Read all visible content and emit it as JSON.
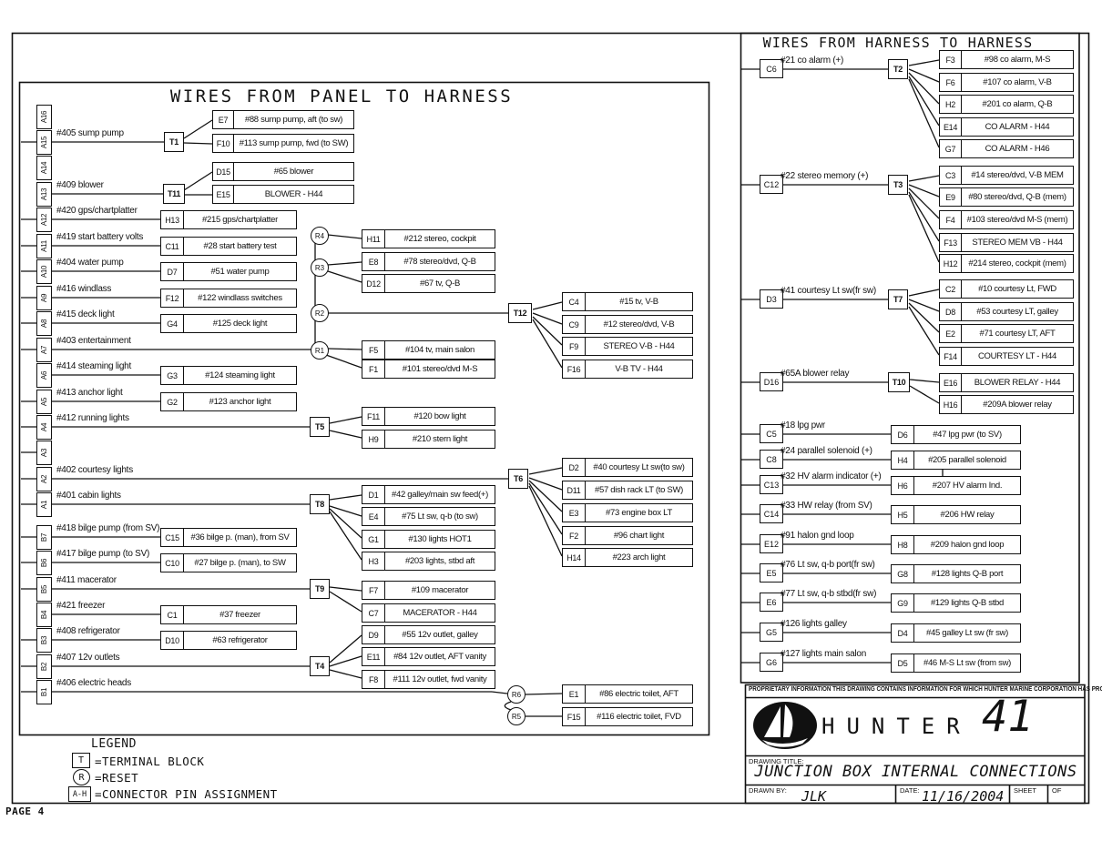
{
  "page_label": "PAGE 4",
  "left_panel": {
    "title": "WIRES FROM PANEL TO HARNESS",
    "pins": {
      "A16": {
        "tag": "A16",
        "label": ""
      },
      "A15": {
        "tag": "A15",
        "label": "#405 sump pump"
      },
      "A14": {
        "tag": "A14",
        "label": ""
      },
      "A13": {
        "tag": "A13",
        "label": "#409 blower"
      },
      "A12": {
        "tag": "A12",
        "label": "#420 gps/chartplatter"
      },
      "A11": {
        "tag": "A11",
        "label": "#419 start battery volts"
      },
      "A10": {
        "tag": "A10",
        "label": "#404 water pump"
      },
      "A9": {
        "tag": "A9",
        "label": "#416 windlass"
      },
      "A8": {
        "tag": "A8",
        "label": "#415 deck light"
      },
      "A7": {
        "tag": "A7",
        "label": "#403 entertainment"
      },
      "A6": {
        "tag": "A6",
        "label": "#414 steaming light"
      },
      "A5": {
        "tag": "A5",
        "label": "#413 anchor light"
      },
      "A4": {
        "tag": "A4",
        "label": "#412 running lights"
      },
      "A3": {
        "tag": "A3",
        "label": ""
      },
      "A2": {
        "tag": "A2",
        "label": "#402 courtesy lights"
      },
      "A1": {
        "tag": "A1",
        "label": "#401 cabin lights"
      },
      "B7": {
        "tag": "B7",
        "label": "#418 bilge pump (from SV)"
      },
      "B6": {
        "tag": "B6",
        "label": "#417 bilge pump (to SV)"
      },
      "B5": {
        "tag": "B5",
        "label": "#411 macerator"
      },
      "B4": {
        "tag": "B4",
        "label": "#421 freezer"
      },
      "B3": {
        "tag": "B3",
        "label": "#408 refrigerator"
      },
      "B2": {
        "tag": "B2",
        "label": "#407 12v outlets"
      },
      "B1": {
        "tag": "B1",
        "label": "#406 electric heads"
      }
    }
  },
  "right_panel": {
    "title": "WIRES FROM HARNESS TO HARNESS",
    "pins": {
      "C6": {
        "tag": "C6",
        "label": "#21 co alarm (+)"
      },
      "C12": {
        "tag": "C12",
        "label": "#22 stereo memory (+)"
      },
      "D3": {
        "tag": "D3",
        "label": "#41 courtesy Lt sw(fr sw)"
      },
      "D16": {
        "tag": "D16",
        "label": "#65A blower relay"
      },
      "C5": {
        "tag": "C5",
        "label": "#18 lpg pwr"
      },
      "C8": {
        "tag": "C8",
        "label": "#24 parallel solenoid (+)"
      },
      "C13": {
        "tag": "C13",
        "label": "#32 HV alarm indicator (+)"
      },
      "C14": {
        "tag": "C14",
        "label": "#33 HW relay (from SV)"
      },
      "E12": {
        "tag": "E12",
        "label": "#91 halon gnd loop"
      },
      "E5": {
        "tag": "E5",
        "label": "#76 Lt sw, q-b port(fr sw)"
      },
      "E6": {
        "tag": "E6",
        "label": "#77 Lt sw, q-b stbd(fr sw)"
      },
      "G5": {
        "tag": "G5",
        "label": "#126 lights galley"
      },
      "G6": {
        "tag": "G6",
        "label": "#127 lights main salon"
      }
    }
  },
  "terminals": {
    "T1": {
      "tag": "T1"
    },
    "T11": {
      "tag": "T11"
    },
    "T5": {
      "tag": "T5"
    },
    "T8": {
      "tag": "T8"
    },
    "T9": {
      "tag": "T9"
    },
    "T4": {
      "tag": "T4"
    },
    "T12": {
      "tag": "T12"
    },
    "T6": {
      "tag": "T6"
    },
    "T2": {
      "tag": "T2"
    },
    "T3": {
      "tag": "T3"
    },
    "T7": {
      "tag": "T7"
    },
    "T10": {
      "tag": "T10"
    }
  },
  "resets": {
    "R1": {
      "tag": "R1"
    },
    "R2": {
      "tag": "R2"
    },
    "R3": {
      "tag": "R3"
    },
    "R4": {
      "tag": "R4"
    },
    "R5": {
      "tag": "R5"
    },
    "R6": {
      "tag": "R6"
    }
  },
  "connectors": {
    "E7": {
      "tag": "E7",
      "desc": "#88 sump pump, aft (to sw)"
    },
    "F10": {
      "tag": "F10",
      "desc": "#113 sump pump, fwd (to SW)"
    },
    "D15": {
      "tag": "D15",
      "desc": "#65 blower"
    },
    "E15": {
      "tag": "E15",
      "desc": "BLOWER - H44"
    },
    "H13": {
      "tag": "H13",
      "desc": "#215 gps/chartplatter"
    },
    "C11": {
      "tag": "C11",
      "desc": "#28 start battery test"
    },
    "D7": {
      "tag": "D7",
      "desc": "#51 water pump"
    },
    "F12": {
      "tag": "F12",
      "desc": "#122 windlass switches"
    },
    "G4": {
      "tag": "G4",
      "desc": "#125 deck light"
    },
    "G3": {
      "tag": "G3",
      "desc": "#124 steaming light"
    },
    "G2": {
      "tag": "G2",
      "desc": "#123 anchor light"
    },
    "C15": {
      "tag": "C15",
      "desc": "#36 bilge p. (man), from SV"
    },
    "C10": {
      "tag": "C10",
      "desc": "#27 bilge p. (man), to SW"
    },
    "C1": {
      "tag": "C1",
      "desc": "#37 freezer"
    },
    "D10": {
      "tag": "D10",
      "desc": "#63 refrigerator"
    },
    "H11": {
      "tag": "H11",
      "desc": "#212 stereo, cockpit"
    },
    "E8": {
      "tag": "E8",
      "desc": "#78 stereo/dvd, Q-B"
    },
    "D12": {
      "tag": "D12",
      "desc": "#67 tv, Q-B"
    },
    "F5": {
      "tag": "F5",
      "desc": "#104 tv, main salon"
    },
    "F1": {
      "tag": "F1",
      "desc": "#101 stereo/dvd M-S"
    },
    "C4": {
      "tag": "C4",
      "desc": "#15 tv, V-B"
    },
    "C9": {
      "tag": "C9",
      "desc": "#12 stereo/dvd, V-B"
    },
    "F9": {
      "tag": "F9",
      "desc": "STEREO V-B - H44"
    },
    "F16": {
      "tag": "F16",
      "desc": "V-B TV - H44"
    },
    "F11": {
      "tag": "F11",
      "desc": "#120 bow light"
    },
    "H9": {
      "tag": "H9",
      "desc": "#210 stern light"
    },
    "D2": {
      "tag": "D2",
      "desc": "#40 courtesy Lt sw(to sw)"
    },
    "D11": {
      "tag": "D11",
      "desc": "#57 dish rack LT (to SW)"
    },
    "E3": {
      "tag": "E3",
      "desc": "#73 engine box LT"
    },
    "F2": {
      "tag": "F2",
      "desc": "#96 chart light"
    },
    "H14": {
      "tag": "H14",
      "desc": "#223 arch light"
    },
    "D1": {
      "tag": "D1",
      "desc": "#42 galley/main sw feed(+)"
    },
    "E4": {
      "tag": "E4",
      "desc": "#75 Lt sw, q-b (to sw)"
    },
    "G1": {
      "tag": "G1",
      "desc": "#130 lights HOT1"
    },
    "H3": {
      "tag": "H3",
      "desc": "#203 lights, stbd aft"
    },
    "F7": {
      "tag": "F7",
      "desc": "#109 macerator"
    },
    "C7": {
      "tag": "C7",
      "desc": "MACERATOR - H44"
    },
    "D9": {
      "tag": "D9",
      "desc": "#55 12v outlet, galley"
    },
    "E11": {
      "tag": "E11",
      "desc": "#84 12v outlet, AFT vanity"
    },
    "F8": {
      "tag": "F8",
      "desc": "#111 12v outlet, fwd vanity"
    },
    "E1": {
      "tag": "E1",
      "desc": "#86 electric toilet, AFT"
    },
    "F15": {
      "tag": "F15",
      "desc": "#116 electric toilet, FVD"
    },
    "F3": {
      "tag": "F3",
      "desc": "#98 co alarm, M-S"
    },
    "F6": {
      "tag": "F6",
      "desc": "#107 co alarm, V-B"
    },
    "H2": {
      "tag": "H2",
      "desc": "#201 co alarm, Q-B"
    },
    "E14": {
      "tag": "E14",
      "desc": "CO ALARM - H44"
    },
    "G7": {
      "tag": "G7",
      "desc": "CO ALARM - H46"
    },
    "C3": {
      "tag": "C3",
      "desc": "#14 stereo/dvd, V-B MEM"
    },
    "E9": {
      "tag": "E9",
      "desc": "#80 stereo/dvd, Q-B (mem)"
    },
    "F4": {
      "tag": "F4",
      "desc": "#103 stereo/dvd M-S (mem)"
    },
    "F13": {
      "tag": "F13",
      "desc": "STEREO MEM VB - H44"
    },
    "H12": {
      "tag": "H12",
      "desc": "#214 stereo, cockpit (mem)"
    },
    "C2": {
      "tag": "C2",
      "desc": "#10 courtesy Lt, FWD"
    },
    "D8": {
      "tag": "D8",
      "desc": "#53 courtesy LT, galley"
    },
    "E2": {
      "tag": "E2",
      "desc": "#71 courtesy LT, AFT"
    },
    "F14": {
      "tag": "F14",
      "desc": "COURTESY LT - H44"
    },
    "E16": {
      "tag": "E16",
      "desc": "BLOWER RELAY - H44"
    },
    "H16": {
      "tag": "H16",
      "desc": "#209A blower relay"
    },
    "D6": {
      "tag": "D6",
      "desc": "#47 lpg pwr (to SV)"
    },
    "H4": {
      "tag": "H4",
      "desc": "#205 parallel solenoid"
    },
    "H6": {
      "tag": "H6",
      "desc": "#207 HV alarm Ind."
    },
    "H5": {
      "tag": "H5",
      "desc": "#206 HW relay"
    },
    "H8": {
      "tag": "H8",
      "desc": "#209 halon gnd loop"
    },
    "G8": {
      "tag": "G8",
      "desc": "#128 lights Q-B port"
    },
    "G9": {
      "tag": "G9",
      "desc": "#129 lights Q-B stbd"
    },
    "D4": {
      "tag": "D4",
      "desc": "#45 galley Lt sw (fr sw)"
    },
    "D5": {
      "tag": "D5",
      "desc": "#46 M-S Lt sw (from sw)"
    }
  },
  "nets": [
    {
      "from": "A15",
      "via": "T1",
      "to": [
        "E7",
        "F10"
      ]
    },
    {
      "from": "A13",
      "via": "T11",
      "to": [
        "D15",
        "E15"
      ]
    },
    {
      "from": "A12",
      "to": [
        "H13"
      ]
    },
    {
      "from": "A11",
      "to": [
        "C11"
      ]
    },
    {
      "from": "A10",
      "to": [
        "D7"
      ]
    },
    {
      "from": "A9",
      "to": [
        "F12"
      ]
    },
    {
      "from": "A8",
      "to": [
        "G4"
      ]
    },
    {
      "from": "A7",
      "to": [
        "R1"
      ]
    },
    {
      "from": "R1",
      "to": [
        "F5",
        "F1",
        "R2"
      ]
    },
    {
      "from": "R2",
      "to": [
        "T12",
        "R3"
      ]
    },
    {
      "from": "T12",
      "to": [
        "C4",
        "C9",
        "F9",
        "F16"
      ]
    },
    {
      "from": "R3",
      "to": [
        "E8",
        "D12",
        "R4"
      ]
    },
    {
      "from": "R4",
      "to": [
        "H11"
      ]
    },
    {
      "from": "A6",
      "to": [
        "G3"
      ]
    },
    {
      "from": "A5",
      "to": [
        "G2"
      ]
    },
    {
      "from": "A4",
      "via": "T5",
      "to": [
        "F11",
        "H9"
      ]
    },
    {
      "from": "A2",
      "via": "T6",
      "to": [
        "D2",
        "D11",
        "E3",
        "F2",
        "H14"
      ]
    },
    {
      "from": "A1",
      "via": "T8",
      "to": [
        "D1",
        "E4",
        "G1",
        "H3"
      ]
    },
    {
      "from": "B7",
      "to": [
        "C15"
      ]
    },
    {
      "from": "B6",
      "to": [
        "C10"
      ]
    },
    {
      "from": "B5",
      "via": "T9",
      "to": [
        "F7",
        "C7"
      ]
    },
    {
      "from": "B4",
      "to": [
        "C1"
      ]
    },
    {
      "from": "B3",
      "to": [
        "D10"
      ]
    },
    {
      "from": "B2",
      "via": "T4",
      "to": [
        "D9",
        "E11",
        "F8"
      ]
    },
    {
      "from": "B1",
      "to": [
        "R6"
      ]
    },
    {
      "from": "R6",
      "to": [
        "E1",
        "R5"
      ]
    },
    {
      "from": "R5",
      "to": [
        "F15"
      ]
    },
    {
      "from": "C6",
      "via": "T2",
      "to": [
        "F3",
        "F6",
        "H2",
        "E14",
        "G7"
      ]
    },
    {
      "from": "C12",
      "via": "T3",
      "to": [
        "C3",
        "E9",
        "F4",
        "F13",
        "H12"
      ]
    },
    {
      "from": "D3",
      "via": "T7",
      "to": [
        "C2",
        "D8",
        "E2",
        "F14"
      ]
    },
    {
      "from": "D16",
      "via": "T10",
      "to": [
        "E16",
        "H16"
      ]
    },
    {
      "from": "C5",
      "to": [
        "D6"
      ]
    },
    {
      "from": "C8",
      "to": [
        "H4"
      ]
    },
    {
      "from": "C13",
      "to": [
        "H6"
      ]
    },
    {
      "from": "H4",
      "to": [
        "H6"
      ]
    },
    {
      "from": "C14",
      "to": [
        "H5"
      ]
    },
    {
      "from": "E12",
      "to": [
        "H8"
      ]
    },
    {
      "from": "E5",
      "to": [
        "G8"
      ]
    },
    {
      "from": "E6",
      "to": [
        "G9"
      ]
    },
    {
      "from": "G5",
      "to": [
        "D4"
      ]
    },
    {
      "from": "G6",
      "to": [
        "D5"
      ]
    }
  ],
  "legend": {
    "title": "LEGEND",
    "items": [
      {
        "symbol": "T",
        "shape": "square",
        "text": "=TERMINAL BLOCK"
      },
      {
        "symbol": "R",
        "shape": "circle",
        "text": "=RESET"
      },
      {
        "symbol": "A-H",
        "shape": "square",
        "text": "=CONNECTOR PIN ASSIGNMENT"
      }
    ]
  },
  "title_block": {
    "proprietary": "PROPRIETARY INFORMATION THIS DRAWING CONTAINS INFORMATION FOR WHICH HUNTER MARINE CORPORATION HAS PROPRIETARY RIGHTS.",
    "brand": "HUNTER",
    "model": "41",
    "drawing_title_label": "DRAWING TITLE:",
    "drawing_title": "JUNCTION BOX INTERNAL CONNECTIONS",
    "drawn_by_label": "DRAWN BY:",
    "drawn_by": "JLK",
    "date_label": "DATE:",
    "date": "11/16/2004",
    "sheet_label": "SHEET",
    "of_label": "OF"
  }
}
